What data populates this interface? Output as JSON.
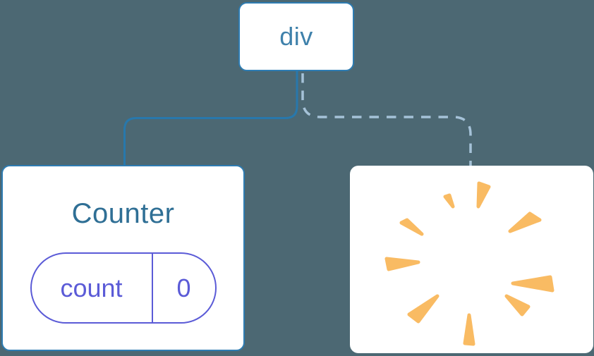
{
  "diagram": {
    "description": "Component tree: div parent keeps Counter child (solid edge) while second child is removed with a poof (dashed edge)",
    "root_node": {
      "label": "div"
    },
    "counter_node": {
      "title": "Counter",
      "state": {
        "key": "count",
        "value": "0"
      }
    },
    "removed_node": {
      "icon": "poof-starburst-icon"
    },
    "edges": [
      {
        "from": "div",
        "to": "Counter",
        "style": "solid"
      },
      {
        "from": "div",
        "to": "removed-child",
        "style": "dashed"
      }
    ]
  },
  "colors": {
    "background": "#4c6873",
    "node_bg": "#ffffff",
    "node_border": "#2e7cb2",
    "connector_solid": "#2878ac",
    "connector_dashed": "#a5c2d8",
    "root_label": "#3f81ab",
    "counter_title": "#2f6f95",
    "state_accent": "#5b5bd7",
    "poof_ray": "#f9bb63"
  }
}
